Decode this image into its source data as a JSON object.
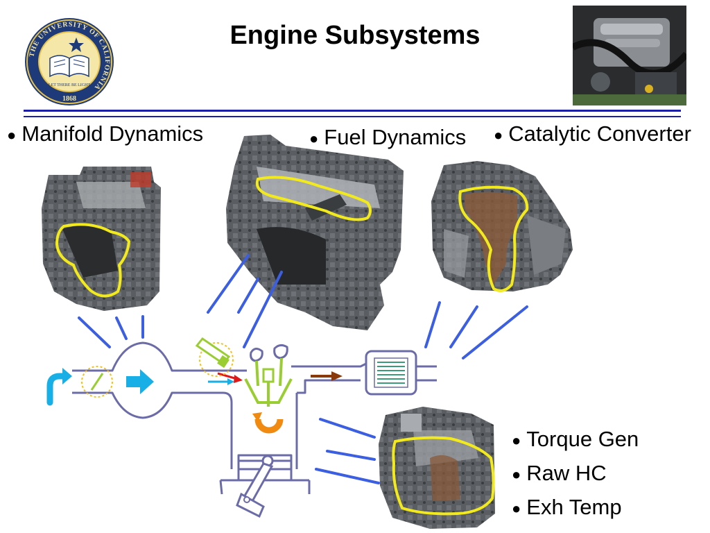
{
  "title": "Engine Subsystems",
  "logo": {
    "ring_text": "THE UNIVERSITY OF CALIFORNIA",
    "motto": "LET THERE BE LIGHT",
    "year": "1868"
  },
  "top_bullets": [
    "Manifold Dynamics",
    "Fuel Dynamics",
    "Catalytic Converter"
  ],
  "right_bullets": [
    "Torque Gen",
    "Raw HC",
    "Exh Temp"
  ],
  "colors": {
    "rule": "#1b1fa8",
    "highlight": "#f2ea1c",
    "ray": "#3b5fe0",
    "duct": "#6b6ba8",
    "arrow_cyan": "#18aee6",
    "arrow_brown": "#8a3a0a",
    "arrow_red": "#e01818",
    "injector": "#9acd32",
    "rotation": "#f08a10"
  }
}
